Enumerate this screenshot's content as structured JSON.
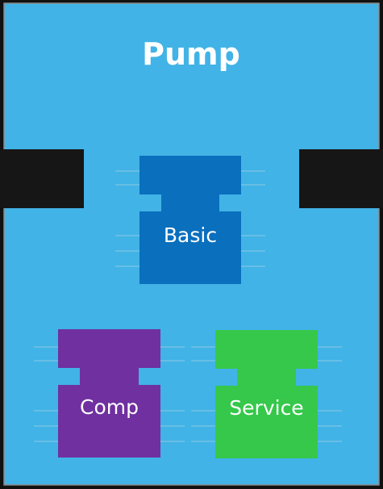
{
  "container": {
    "title": "Pump",
    "fill": "#41b3e6",
    "border": "#8a8a8a",
    "background": "#111111",
    "slot_fill": "#161616"
  },
  "modules": [
    {
      "id": "basic",
      "label": "Basic",
      "fill": "#0a6fbd"
    },
    {
      "id": "comp",
      "label": "Comp",
      "fill": "#7030a0"
    },
    {
      "id": "service",
      "label": "Service",
      "fill": "#35c84a"
    }
  ],
  "text_color": "#ffffff",
  "pin_color": "#7fc4e4"
}
